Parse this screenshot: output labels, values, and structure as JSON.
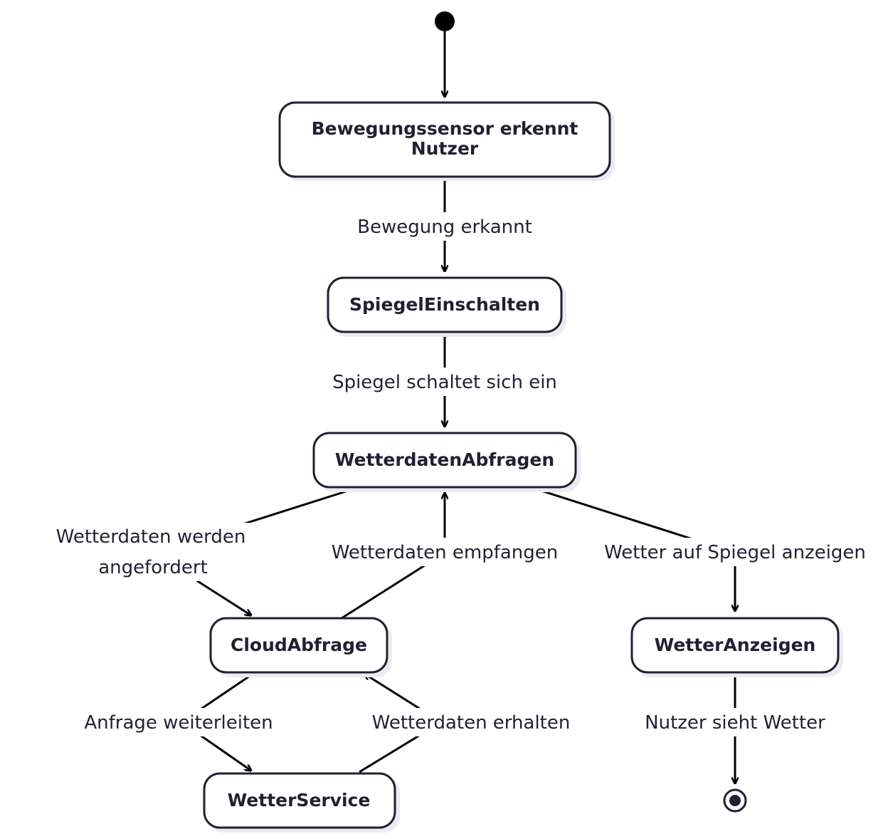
{
  "states": {
    "sensor": {
      "line1": "Bewegungssensor erkennt",
      "line2": "Nutzer"
    },
    "spiegel": "SpiegelEinschalten",
    "wetterdaten": "WetterdatenAbfragen",
    "cloud": "CloudAbfrage",
    "service": "WetterService",
    "anzeigen": "WetterAnzeigen"
  },
  "transitions": {
    "bewegung": "Bewegung erkannt",
    "spiegel_ein": "Spiegel schaltet sich ein",
    "angefordert_1": "Wetterdaten werden",
    "angefordert_2": "angefordert",
    "empfangen": "Wetterdaten empfangen",
    "anzeigen": "Wetter auf Spiegel anzeigen",
    "weiterleiten": "Anfrage weiterleiten",
    "erhalten": "Wetterdaten erhalten",
    "sieht": "Nutzer sieht Wetter"
  },
  "colors": {
    "ink": "#231f33",
    "edge": "#000000",
    "shadow": "#eceaf1"
  }
}
